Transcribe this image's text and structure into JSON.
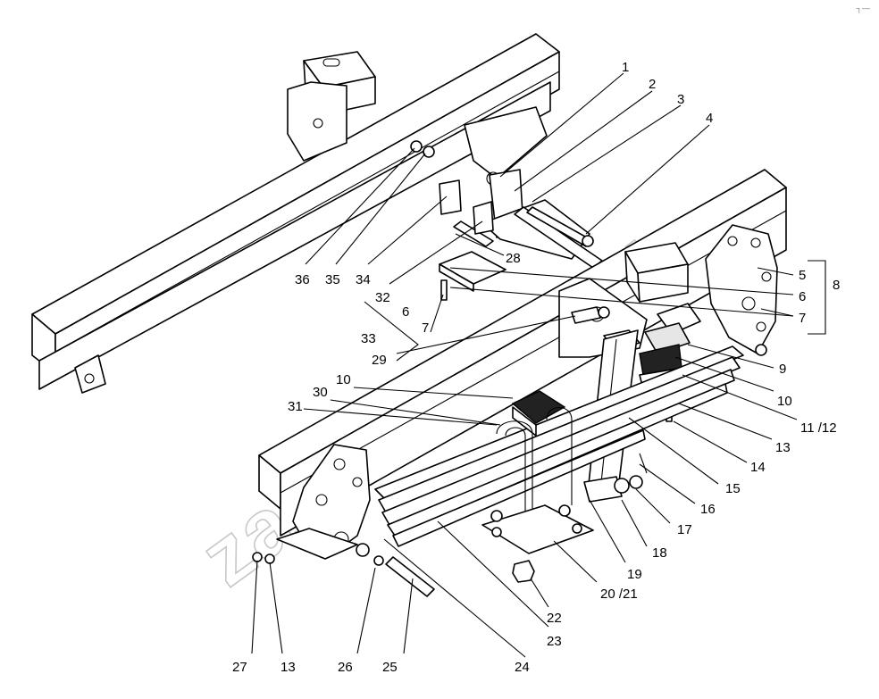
{
  "watermark": "zap-kamaz.ru",
  "corner_mark": "┐—",
  "callouts": [
    "1",
    "2",
    "3",
    "4",
    "5",
    "6",
    "7",
    "8",
    "9",
    "10",
    "11",
    "12",
    "13",
    "14",
    "15",
    "16",
    "17",
    "18",
    "19",
    "20",
    "21",
    "22",
    "23",
    "24",
    "25",
    "26",
    "27",
    "28",
    "29",
    "30",
    "31",
    "32",
    "33",
    "34",
    "35",
    "36"
  ],
  "labels": {
    "c1": "1",
    "c2": "2",
    "c3": "3",
    "c4": "4",
    "c5": "5",
    "c6a": "6",
    "c7a": "7",
    "c8": "8",
    "c9": "9",
    "c10a": "10",
    "c11_12": "11 /12",
    "c13a": "13",
    "c14": "14",
    "c15": "15",
    "c16": "16",
    "c17": "17",
    "c18": "18",
    "c19": "19",
    "c20_21": "20 /21",
    "c22": "22",
    "c23": "23",
    "c24": "24",
    "c25": "25",
    "c26": "26",
    "c13b": "13",
    "c27": "27",
    "c28": "28",
    "c6b": "6",
    "c7b": "7",
    "c29": "29",
    "c33": "33",
    "c32": "32",
    "c34": "34",
    "c35": "35",
    "c36": "36",
    "c10b": "10",
    "c30": "30",
    "c31": "31"
  }
}
